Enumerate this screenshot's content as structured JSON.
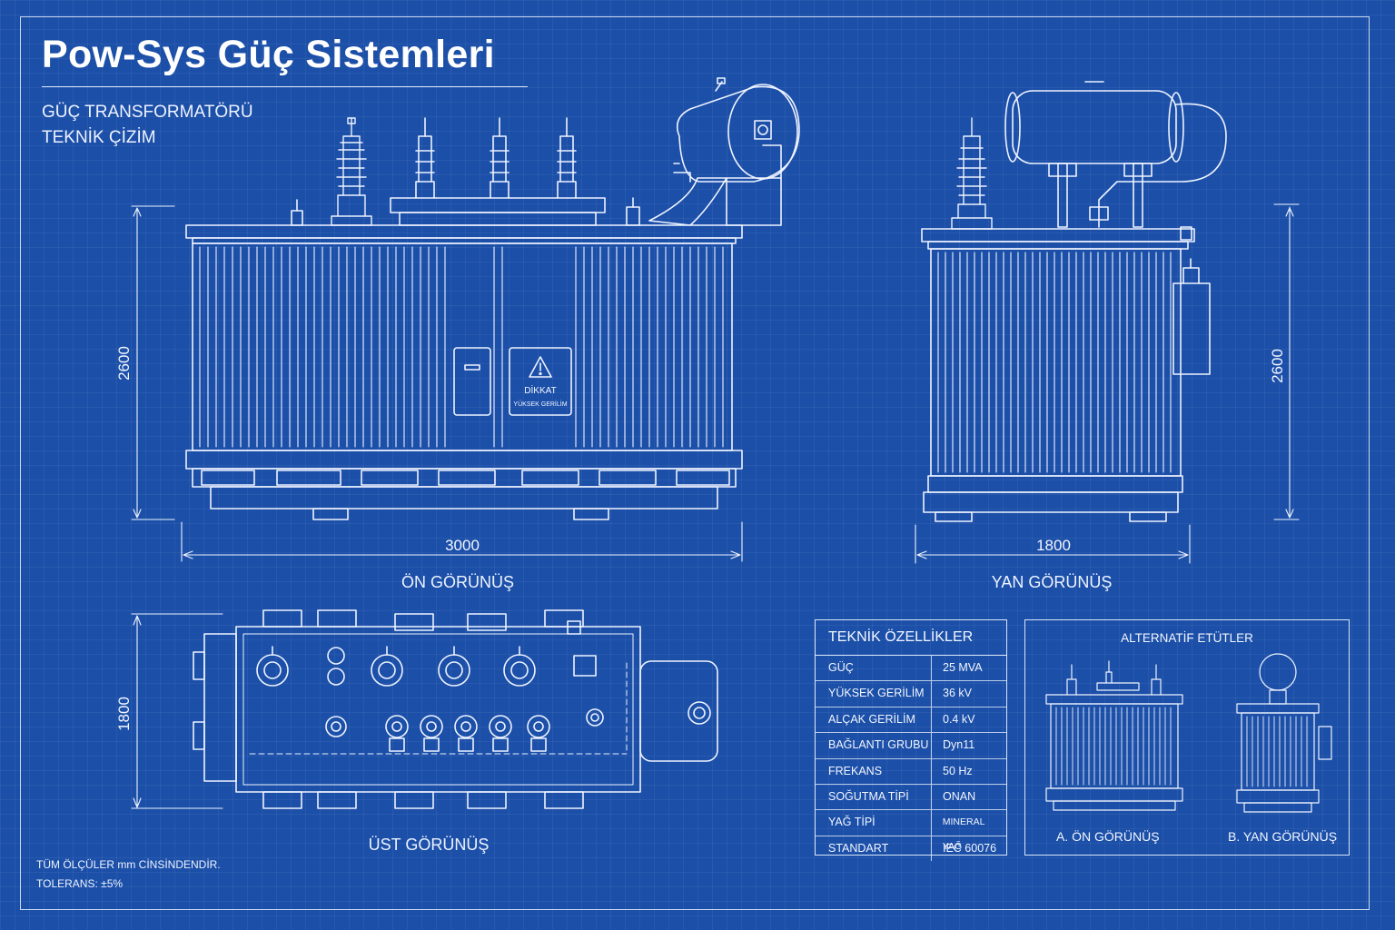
{
  "header": {
    "title": "Pow-Sys Güç Sistemleri",
    "subtitle_line1": "GÜÇ TRANSFORMATÖRÜ",
    "subtitle_line2": "TEKNİK ÇİZİM"
  },
  "views": {
    "front": {
      "label": "ÖN GÖRÜNÜŞ",
      "width_dim": "3000",
      "height_dim": "2600",
      "warning_title": "DİKKAT",
      "warning_text": "YÜKSEK GERİLİM"
    },
    "side": {
      "label": "YAN GÖRÜNÜŞ",
      "width_dim": "1800",
      "height_dim": "2600"
    },
    "top": {
      "label": "ÜST GÖRÜNÜŞ",
      "depth_dim": "1800"
    }
  },
  "spec_table": {
    "title": "TEKNİK ÖZELLİKLER",
    "rows": [
      {
        "key": "GÜÇ",
        "value": "25 MVA"
      },
      {
        "key": "YÜKSEK GERİLİM",
        "value": "36 kV"
      },
      {
        "key": "ALÇAK GERİLİM",
        "value": "0.4 kV"
      },
      {
        "key": "BAĞLANTI GRUBU",
        "value": "Dyn11"
      },
      {
        "key": "FREKANS",
        "value": "50 Hz"
      },
      {
        "key": "SOĞUTMA TİPİ",
        "value": "ONAN"
      },
      {
        "key": "YAĞ TİPİ",
        "value": "MINERAL YAĞ"
      },
      {
        "key": "STANDART",
        "value": "IEC 60076"
      }
    ]
  },
  "alternatives": {
    "title": "ALTERNATİF ETÜTLER",
    "caption_a": "A. ÖN GÖRÜNÜŞ",
    "caption_b": "B. YAN GÖRÜNÜŞ"
  },
  "notes": {
    "line1": "TÜM ÖLÇÜLER mm CİNSİNDENDİR.",
    "line2": "TOLERANS: ±5%"
  },
  "colors": {
    "background": "#1b4fa8",
    "line": "#f2f6ff"
  }
}
